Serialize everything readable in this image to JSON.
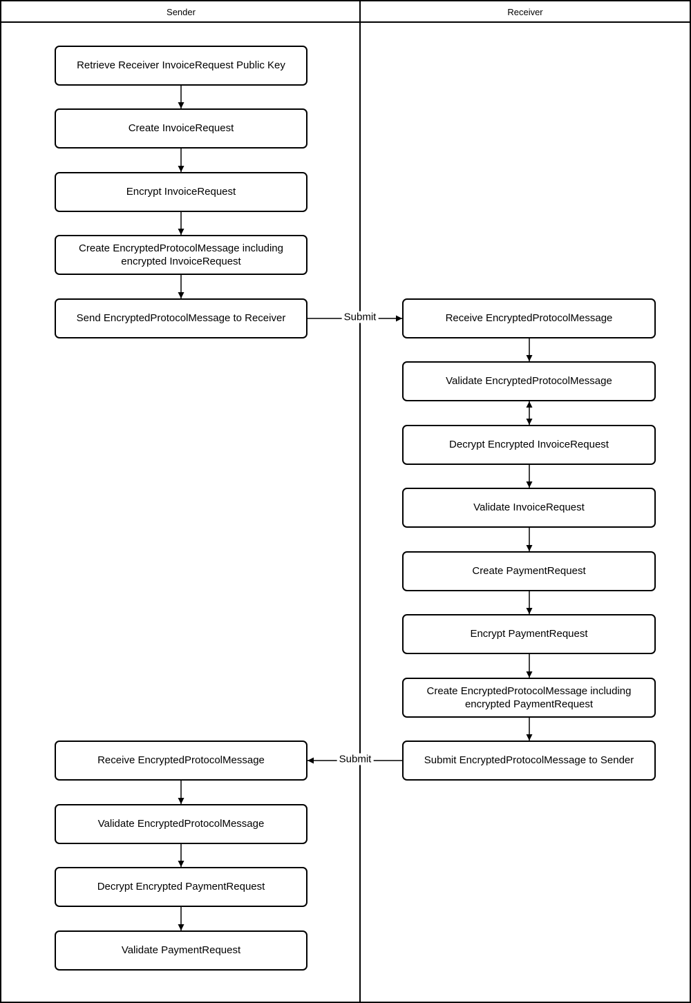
{
  "lanes": [
    {
      "title": "Sender",
      "nodes": [
        {
          "label": "Retrieve Receiver InvoiceRequest Public Key"
        },
        {
          "label": "Create InvoiceRequest"
        },
        {
          "label": "Encrypt InvoiceRequest"
        },
        {
          "label": "Create EncryptedProtocolMessage including encrypted InvoiceRequest"
        },
        {
          "label": "Send EncryptedProtocolMessage to Receiver"
        },
        {
          "label": "Receive EncryptedProtocolMessage"
        },
        {
          "label": "Validate EncryptedProtocolMessage"
        },
        {
          "label": "Decrypt Encrypted PaymentRequest"
        },
        {
          "label": "Validate PaymentRequest"
        }
      ]
    },
    {
      "title": "Receiver",
      "nodes": [
        {
          "label": "Receive EncryptedProtocolMessage"
        },
        {
          "label": "Validate EncryptedProtocolMessage"
        },
        {
          "label": "Decrypt Encrypted InvoiceRequest"
        },
        {
          "label": "Validate InvoiceRequest"
        },
        {
          "label": "Create PaymentRequest"
        },
        {
          "label": "Encrypt PaymentRequest"
        },
        {
          "label": "Create EncryptedProtocolMessage including encrypted PaymentRequest"
        },
        {
          "label": "Submit EncryptedProtocolMessage to Sender"
        }
      ]
    }
  ],
  "edges": [
    {
      "label": "Submit"
    },
    {
      "label": "Submit"
    }
  ]
}
